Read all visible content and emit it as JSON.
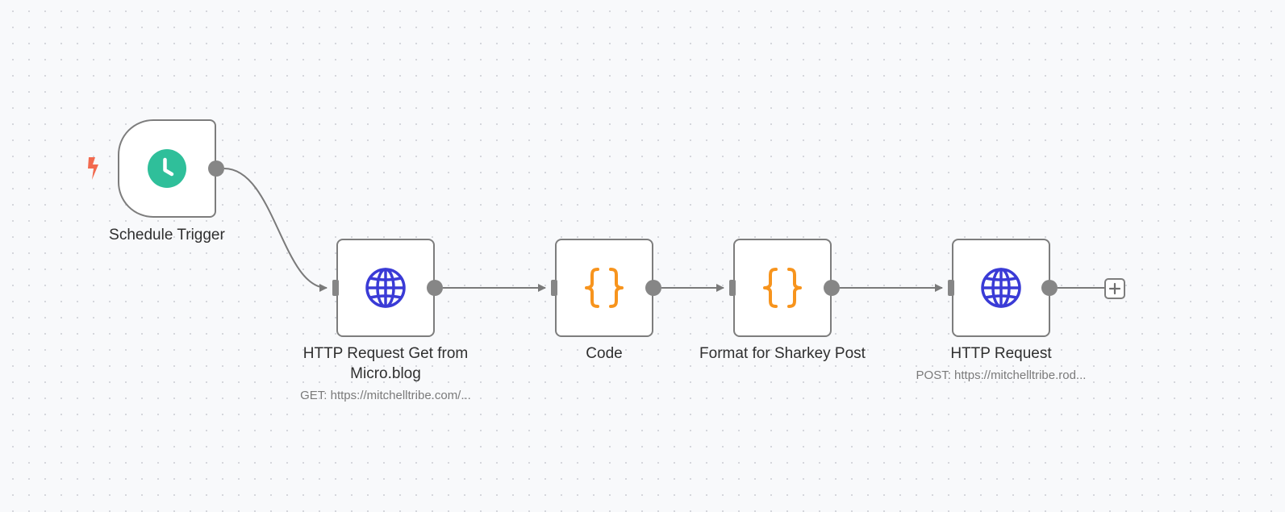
{
  "canvas": {
    "background": "#f8f9fb",
    "grid_dot_color": "#d2d4d9"
  },
  "colors": {
    "node_border": "#7d7d7d",
    "edge": "#7a7a7a",
    "handle": "#868686",
    "trigger_icon": "#2fbf9a",
    "http_icon": "#3a3bd6",
    "code_icon": "#f7941d",
    "bolt": "#f26a4f"
  },
  "nodes": [
    {
      "id": "schedule-trigger",
      "label": "Schedule Trigger",
      "subtitle": "",
      "icon": "clock-icon"
    },
    {
      "id": "http-get-microblog",
      "label": "HTTP Request Get from Micro.blog",
      "subtitle": "GET: https://mitchelltribe.com/...",
      "icon": "globe-icon"
    },
    {
      "id": "code",
      "label": "Code",
      "subtitle": "",
      "icon": "code-braces-icon"
    },
    {
      "id": "format-sharkey",
      "label": "Format for Sharkey Post",
      "subtitle": "",
      "icon": "code-braces-icon"
    },
    {
      "id": "http-request",
      "label": "HTTP Request",
      "subtitle": "POST: https://mitchelltribe.rod...",
      "icon": "globe-icon"
    }
  ],
  "connections": [
    [
      "schedule-trigger",
      "http-get-microblog"
    ],
    [
      "http-get-microblog",
      "code"
    ],
    [
      "code",
      "format-sharkey"
    ],
    [
      "format-sharkey",
      "http-request"
    ]
  ],
  "add_button": {
    "icon": "plus-icon"
  },
  "trigger_marker": {
    "icon": "lightning-bolt-icon"
  }
}
